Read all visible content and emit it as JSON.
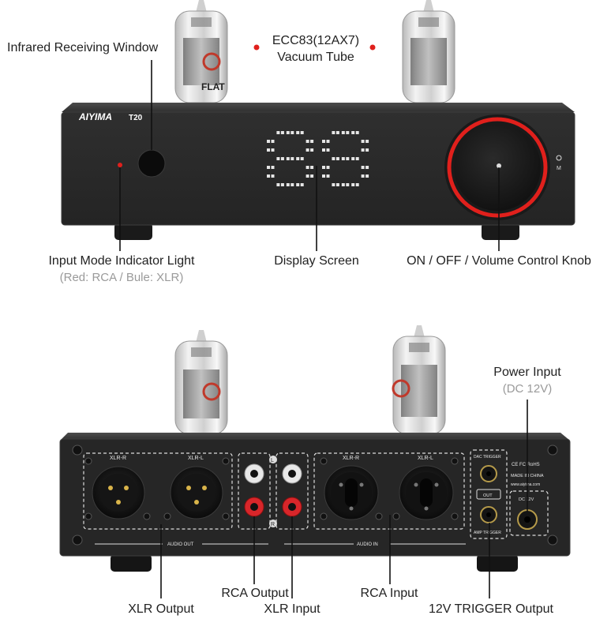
{
  "front": {
    "brand": "AIYIMA",
    "model": "T20",
    "tube_bottom_text": "FLAT",
    "labels": {
      "infrared": "Infrared Receiving Window",
      "tube_name": "ECC83(12AX7)",
      "tube_type": "Vacuum Tube",
      "indicator": "Input Mode Indicator Light",
      "indicator_note": "(Red: RCA / Bule: XLR)",
      "display": "Display Screen",
      "knob": "ON / OFF / Volume Control Knob"
    }
  },
  "back": {
    "panel_text": {
      "xlr_r_out": "XLR-R",
      "xlr_l_out": "XLR-L",
      "xlr_r_in": "XLR-R",
      "xlr_l_in": "XLR-L",
      "audio_out": "AUDIO OUT",
      "audio_in": "AUDIO IN",
      "dac_trigger": "DAC TRIGGER",
      "out": "OUT",
      "amp_trigger": "AMP TRIGGER",
      "cert": "CE FC RoHS",
      "made_in": "MADE IN CHINA",
      "site": "www.aiyima.com",
      "dc": "DC 12V",
      "rca_l": "L",
      "rca_r": "R"
    },
    "labels": {
      "power": "Power Input",
      "power_note": "(DC 12V)",
      "xlr_output": "XLR Output",
      "rca_output": "RCA Output",
      "xlr_input": "XLR Input",
      "rca_input": "RCA Input",
      "trigger": "12V TRIGGER Output"
    }
  },
  "colors": {
    "chassis": "#2a2a2a",
    "chassis_edge": "#4a4a4a",
    "accent_red": "#e0201c",
    "leader": "#111111",
    "note_gray": "#9a9a9a"
  }
}
